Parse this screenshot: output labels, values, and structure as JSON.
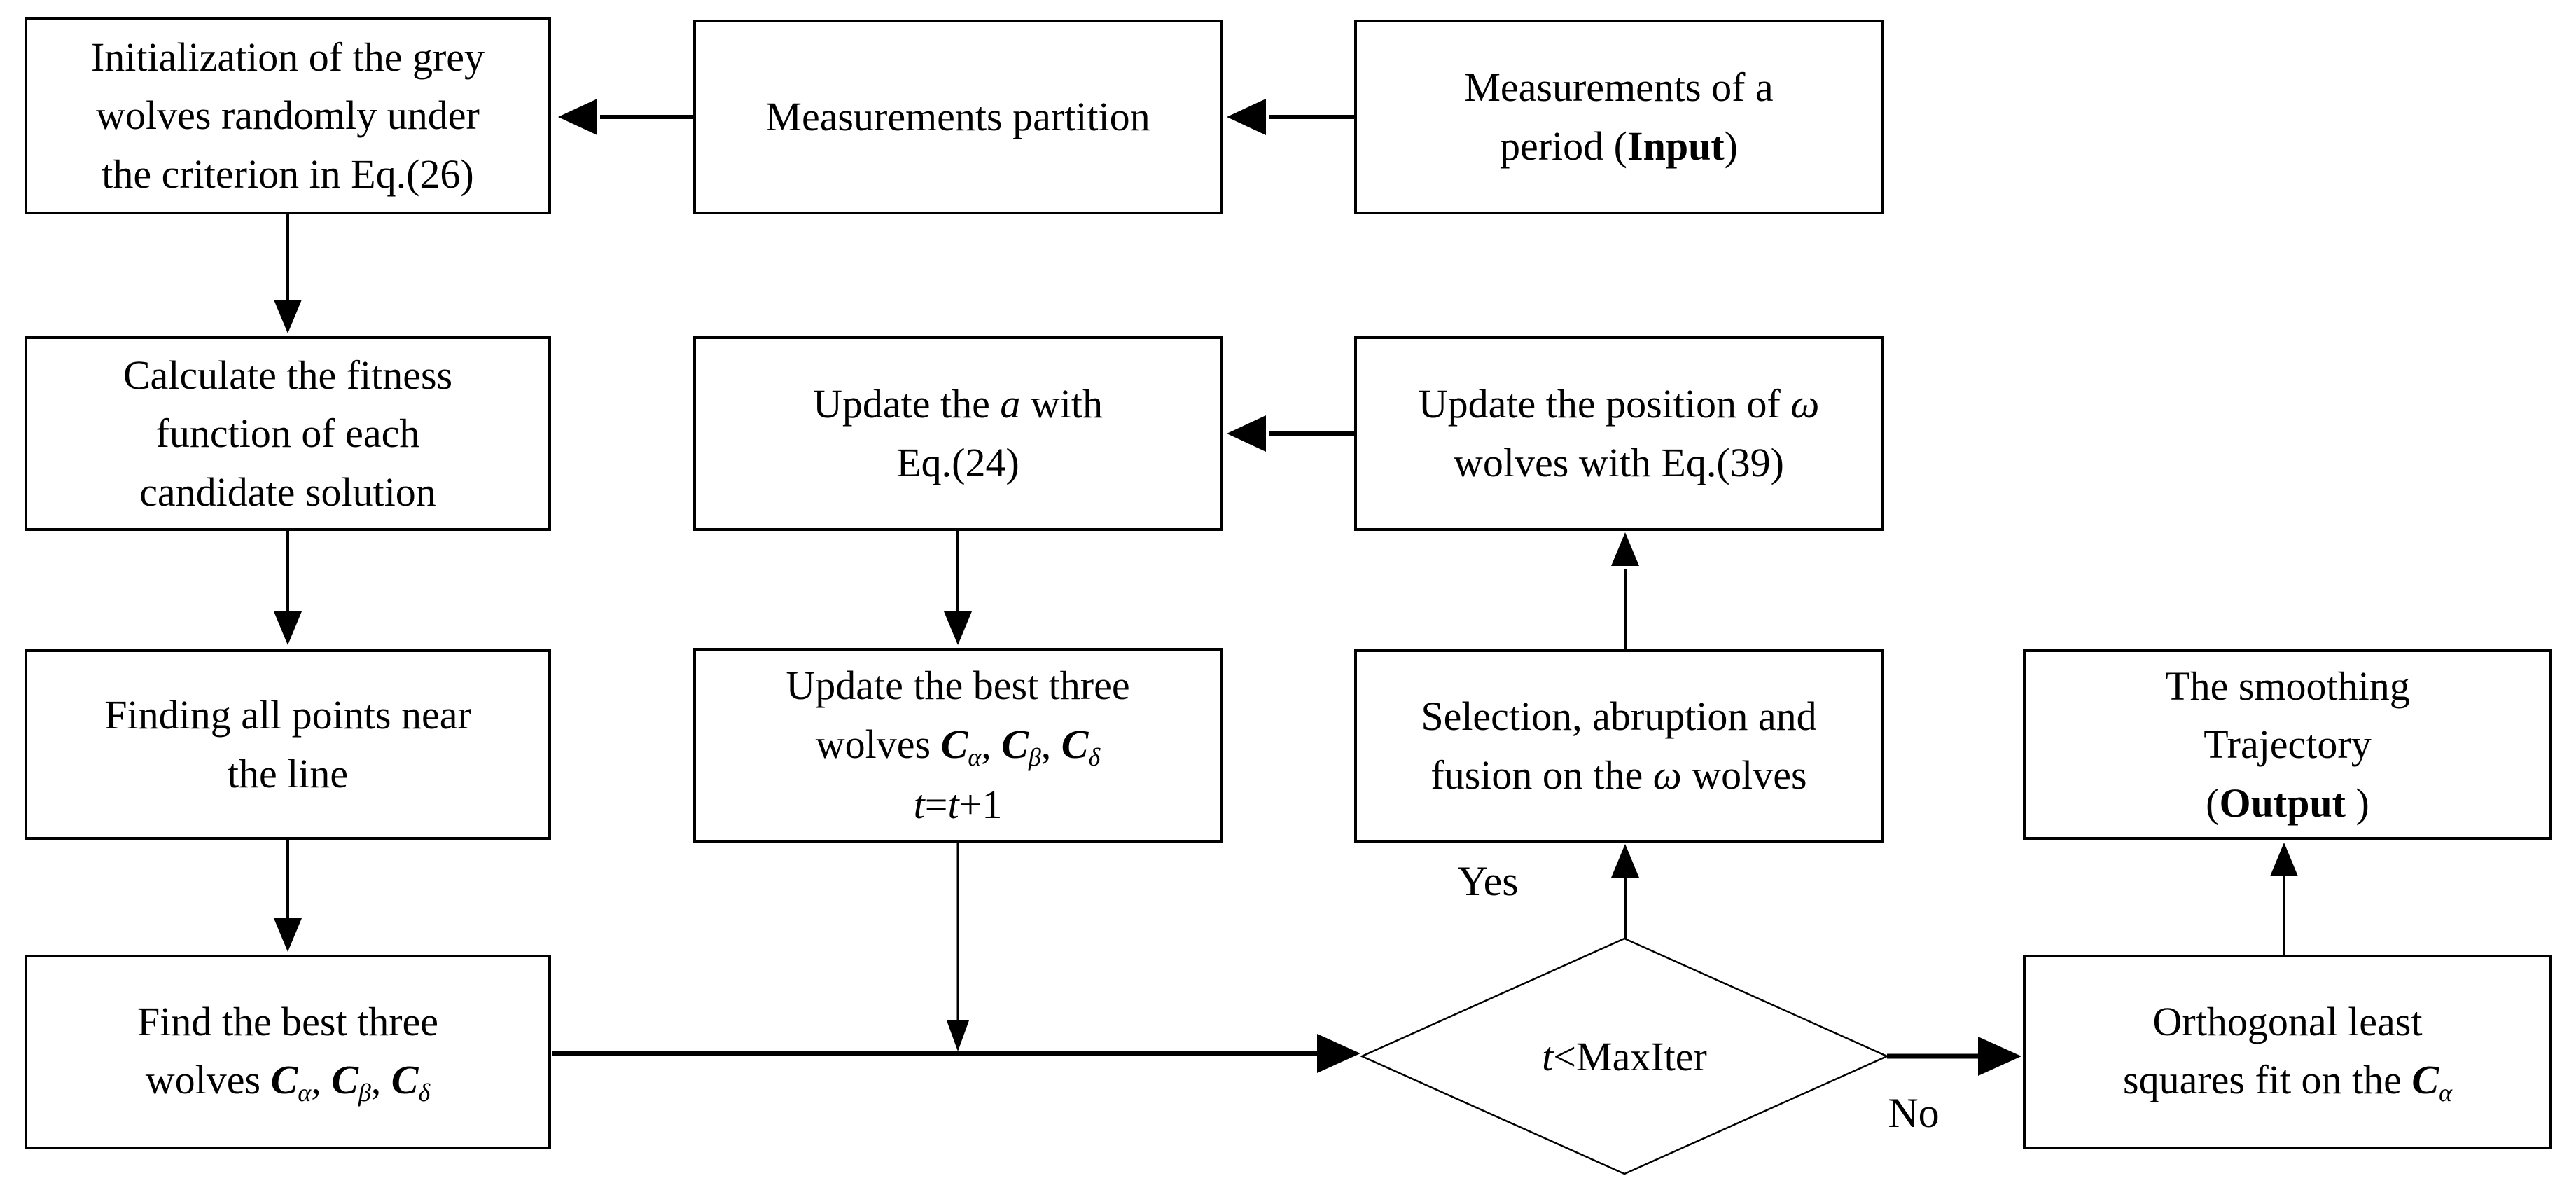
{
  "diagram": {
    "title": "Grey wolf optimizer trajectory smoothing flowchart",
    "boxes": [
      {
        "id": "initialization",
        "lines": [
          [
            {
              "t": "Initialization of the grey"
            }
          ],
          [
            {
              "t": "wolves randomly under"
            }
          ],
          [
            {
              "t": "the criterion in Eq.(26)"
            }
          ]
        ]
      },
      {
        "id": "measurements-partition",
        "lines": [
          [
            {
              "t": "Measurements partition"
            }
          ]
        ]
      },
      {
        "id": "measurements-input",
        "lines": [
          [
            {
              "t": "Measurements of a"
            }
          ],
          [
            {
              "t": "period ("
            },
            {
              "t": "Input",
              "s": "b"
            },
            {
              "t": ")"
            }
          ]
        ]
      },
      {
        "id": "calculate-fitness",
        "lines": [
          [
            {
              "t": "Calculate the fitness"
            }
          ],
          [
            {
              "t": "function of each"
            }
          ],
          [
            {
              "t": "candidate solution"
            }
          ]
        ]
      },
      {
        "id": "update-a",
        "lines": [
          [
            {
              "t": "Update the "
            },
            {
              "t": "a",
              "s": "i"
            },
            {
              "t": " with"
            }
          ],
          [
            {
              "t": "Eq.(24)"
            }
          ]
        ]
      },
      {
        "id": "update-position-omega",
        "lines": [
          [
            {
              "t": "Update the position of "
            },
            {
              "t": "ω",
              "s": "i"
            }
          ],
          [
            {
              "t": "wolves with Eq.(39)"
            }
          ]
        ]
      },
      {
        "id": "finding-points",
        "lines": [
          [
            {
              "t": "Finding all points near"
            }
          ],
          [
            {
              "t": "the line"
            }
          ]
        ]
      },
      {
        "id": "update-best-three",
        "lines": [
          [
            {
              "t": "Update the best three"
            }
          ],
          [
            {
              "t": "wolves "
            },
            {
              "t": "C",
              "s": "bi"
            },
            {
              "t": "α",
              "s": "sub"
            },
            {
              "t": ", "
            },
            {
              "t": "C",
              "s": "bi"
            },
            {
              "t": "β",
              "s": "sub"
            },
            {
              "t": ", "
            },
            {
              "t": "C",
              "s": "bi"
            },
            {
              "t": "δ",
              "s": "sub"
            }
          ],
          [
            {
              "t": "t",
              "s": "i"
            },
            {
              "t": "="
            },
            {
              "t": "t",
              "s": "i"
            },
            {
              "t": "+1"
            }
          ]
        ]
      },
      {
        "id": "selection-abruption",
        "lines": [
          [
            {
              "t": "Selection, abruption and"
            }
          ],
          [
            {
              "t": "fusion on the "
            },
            {
              "t": "ω",
              "s": "i"
            },
            {
              "t": " wolves"
            }
          ]
        ]
      },
      {
        "id": "smoothing-output",
        "lines": [
          [
            {
              "t": "The smoothing"
            }
          ],
          [
            {
              "t": "Trajectory"
            }
          ],
          [
            {
              "t": "("
            },
            {
              "t": "Output",
              "s": "b"
            },
            {
              "t": " )"
            }
          ]
        ]
      },
      {
        "id": "find-best-three",
        "lines": [
          [
            {
              "t": "Find the best three"
            }
          ],
          [
            {
              "t": "wolves "
            },
            {
              "t": "C",
              "s": "bi"
            },
            {
              "t": "α",
              "s": "sub"
            },
            {
              "t": ", "
            },
            {
              "t": "C",
              "s": "bi"
            },
            {
              "t": "β",
              "s": "sub"
            },
            {
              "t": ", "
            },
            {
              "t": "C",
              "s": "bi"
            },
            {
              "t": "δ",
              "s": "sub"
            }
          ]
        ]
      },
      {
        "id": "orthogonal-ls",
        "lines": [
          [
            {
              "t": "Orthogonal least"
            }
          ],
          [
            {
              "t": "squares fit on the "
            },
            {
              "t": "C",
              "s": "bi"
            },
            {
              "t": "α",
              "s": "sub"
            }
          ]
        ]
      }
    ],
    "decision": {
      "id": "iteration-check",
      "lines": [
        [
          {
            "t": "t",
            "s": "i"
          },
          {
            "t": "<MaxIter"
          }
        ]
      ]
    },
    "edge_labels": {
      "yes": "Yes",
      "no": "No"
    },
    "connections": [
      {
        "from": "measurements-input",
        "to": "measurements-partition"
      },
      {
        "from": "measurements-partition",
        "to": "initialization"
      },
      {
        "from": "initialization",
        "to": "calculate-fitness"
      },
      {
        "from": "calculate-fitness",
        "to": "finding-points"
      },
      {
        "from": "finding-points",
        "to": "find-best-three"
      },
      {
        "from": "find-best-three",
        "to": "iteration-check"
      },
      {
        "from": "update-position-omega",
        "to": "update-a"
      },
      {
        "from": "update-a",
        "to": "update-best-three"
      },
      {
        "from": "update-best-three",
        "to": "iteration-check"
      },
      {
        "from": "iteration-check",
        "to": "selection-abruption",
        "label": "Yes"
      },
      {
        "from": "selection-abruption",
        "to": "update-position-omega"
      },
      {
        "from": "iteration-check",
        "to": "orthogonal-ls",
        "label": "No"
      },
      {
        "from": "orthogonal-ls",
        "to": "smoothing-output"
      }
    ],
    "colors": {
      "line": "#000000",
      "box_fill": "#ffffff",
      "text": "#000000"
    }
  }
}
